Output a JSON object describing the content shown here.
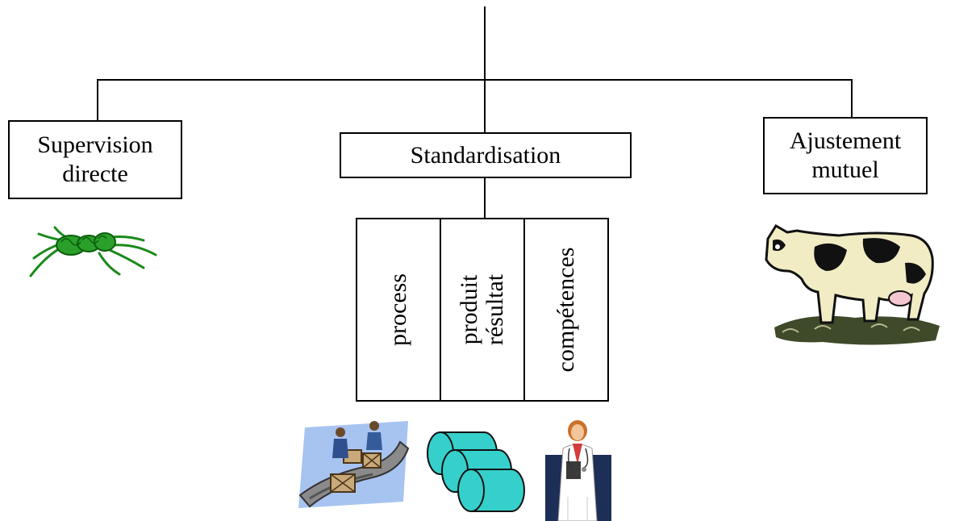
{
  "diagram": {
    "left_box": {
      "label": "Supervision\ndirecte"
    },
    "center_box": {
      "label": "Standardisation"
    },
    "right_box": {
      "label": "Ajustement\nmutuel"
    },
    "columns": [
      {
        "label": "process"
      },
      {
        "label": "produit\nrésultat"
      },
      {
        "label": "compétences"
      }
    ]
  },
  "illustrations": {
    "spider": "spider-icon",
    "cow": "cow-icon",
    "conveyor": "conveyor-workers-icon",
    "cylinders": "cylinders-icon",
    "doctor": "doctor-icon"
  }
}
